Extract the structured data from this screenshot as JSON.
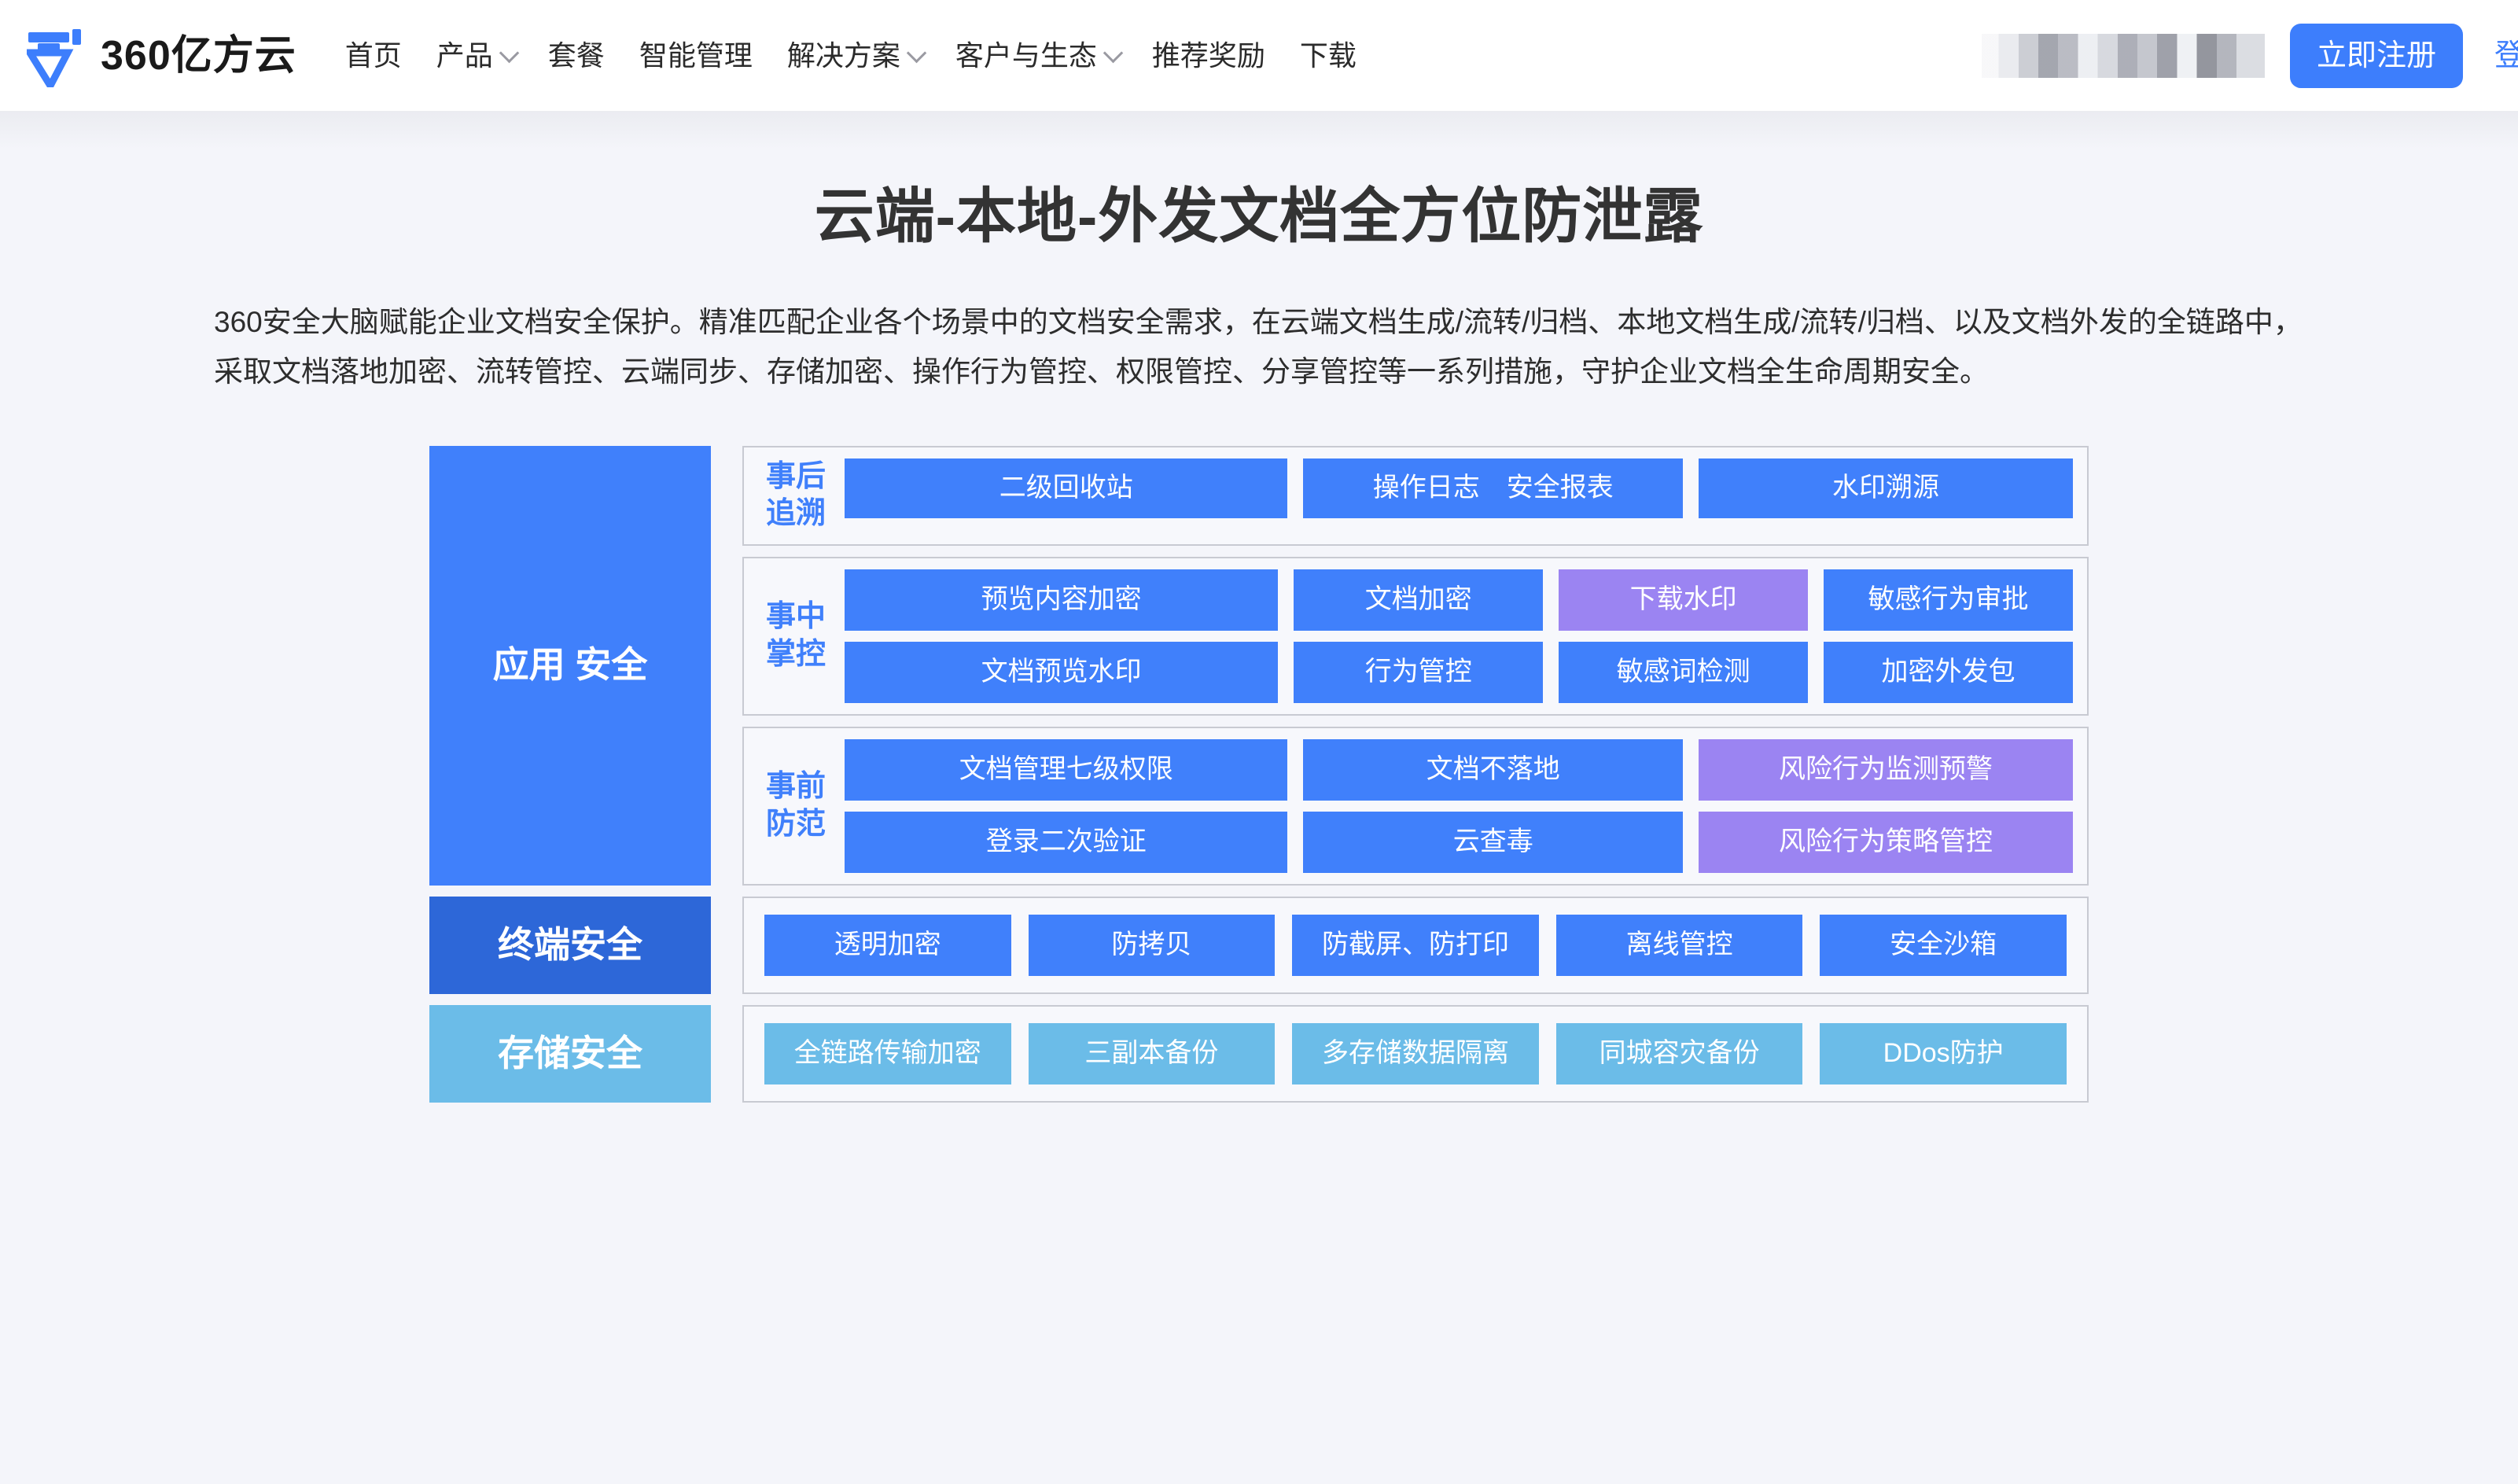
{
  "header": {
    "logo_text": "360亿方云",
    "logo_icon": "yifangyun-logo-icon",
    "nav": [
      {
        "label": "首页",
        "has_dropdown": false
      },
      {
        "label": "产品",
        "has_dropdown": true
      },
      {
        "label": "套餐",
        "has_dropdown": false
      },
      {
        "label": "智能管理",
        "has_dropdown": false
      },
      {
        "label": "解决方案",
        "has_dropdown": true
      },
      {
        "label": "客户与生态",
        "has_dropdown": true
      },
      {
        "label": "推荐奖励",
        "has_dropdown": false
      },
      {
        "label": "下载",
        "has_dropdown": false
      }
    ],
    "register_label": "立即注册",
    "login_label": "登录",
    "redacted_region": "mosaic-blurred-user-info"
  },
  "hero": {
    "title": "云端-本地-外发文档全方位防泄露",
    "description": "360安全大脑赋能企业文档安全保护。精准匹配企业各个场景中的文档安全需求，在云端文档生成/流转/归档、本地文档生成/流转/归档、以及文档外发的全链路中，采取文档落地加密、流转管控、云端同步、存储加密、操作行为管控、权限管控、分享管控等一系列措施，守护企业文档全生命周期安全。"
  },
  "diagram": {
    "application_security": {
      "side_label": "应用\n安全",
      "panels": [
        {
          "title": "事后\n追溯",
          "rows": [
            [
              {
                "label": "二级回收站",
                "color": "blue",
                "size": "w-a"
              },
              {
                "label": "操作日志　安全报表",
                "color": "blue",
                "size": "w-b"
              },
              {
                "label": "水印溯源",
                "color": "blue",
                "size": "w-c"
              }
            ]
          ]
        },
        {
          "title": "事中\n掌控",
          "rows": [
            [
              {
                "label": "预览内容加密",
                "color": "blue",
                "size": "w-a"
              },
              {
                "label": "文档加密",
                "color": "blue",
                "size": "w-1"
              },
              {
                "label": "下载水印",
                "color": "purple",
                "size": "w-1"
              },
              {
                "label": "敏感行为审批",
                "color": "blue",
                "size": "w-1"
              }
            ],
            [
              {
                "label": "文档预览水印",
                "color": "blue",
                "size": "w-a"
              },
              {
                "label": "行为管控",
                "color": "blue",
                "size": "w-1"
              },
              {
                "label": "敏感词检测",
                "color": "blue",
                "size": "w-1"
              },
              {
                "label": "加密外发包",
                "color": "blue",
                "size": "w-1"
              }
            ]
          ]
        },
        {
          "title": "事前\n防范",
          "rows": [
            [
              {
                "label": "文档管理七级权限",
                "color": "blue",
                "size": "w-a"
              },
              {
                "label": "文档不落地",
                "color": "blue",
                "size": "w-b"
              },
              {
                "label": "风险行为监测预警",
                "color": "purple",
                "size": "w-c"
              }
            ],
            [
              {
                "label": "登录二次验证",
                "color": "blue",
                "size": "w-a"
              },
              {
                "label": "云查毒",
                "color": "blue",
                "size": "w-b"
              },
              {
                "label": "风险行为策略管控",
                "color": "purple",
                "size": "w-c"
              }
            ]
          ]
        }
      ]
    },
    "terminal_security": {
      "side_label": "终端安全",
      "items": [
        {
          "label": "透明加密",
          "color": "blue"
        },
        {
          "label": "防拷贝",
          "color": "blue"
        },
        {
          "label": "防截屏、防打印",
          "color": "blue"
        },
        {
          "label": "离线管控",
          "color": "blue"
        },
        {
          "label": "安全沙箱",
          "color": "blue"
        }
      ]
    },
    "storage_security": {
      "side_label": "存储安全",
      "items": [
        {
          "label": "全链路传输加密",
          "color": "cyan"
        },
        {
          "label": "三副本备份",
          "color": "cyan"
        },
        {
          "label": "多存储数据隔离",
          "color": "cyan"
        },
        {
          "label": "同城容灾备份",
          "color": "cyan"
        },
        {
          "label": "DDos防护",
          "color": "cyan"
        }
      ]
    }
  },
  "colors": {
    "brand_blue": "#3d7efc",
    "cell_blue": "#4080fb",
    "cell_purple": "#9b84f2",
    "cell_cyan": "#6bbce8",
    "terminal_blue": "#2d67d8",
    "page_bg": "#f4f5fa",
    "panel_bg": "#f7f8fc",
    "panel_border": "#c8cad2"
  }
}
